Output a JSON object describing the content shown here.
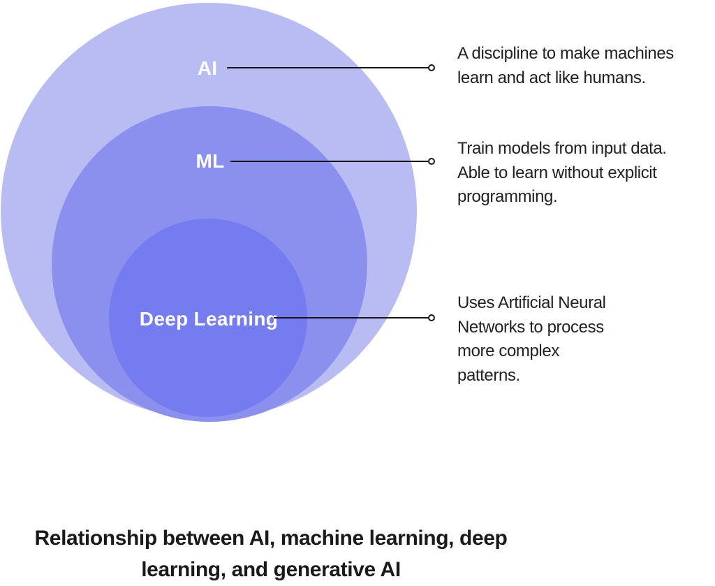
{
  "venn": {
    "circles": [
      {
        "label": "AI",
        "fill": "#b8bcf3",
        "label_color": "#ffffff"
      },
      {
        "label": "ML",
        "fill": "#8b90ee",
        "label_color": "#ffffff"
      },
      {
        "label": "Deep Learning",
        "fill": "#757cf0",
        "label_color": "#ffffff"
      }
    ]
  },
  "annotations": [
    {
      "for": "AI",
      "lines": [
        "A discipline to make machines",
        "learn and act like humans."
      ]
    },
    {
      "for": "ML",
      "lines": [
        "Train models from input data.",
        "Able to learn without explicit",
        "programming."
      ]
    },
    {
      "for": "Deep Learning",
      "lines": [
        "Uses Artificial Neural",
        "Networks to process",
        "more complex",
        "patterns."
      ]
    }
  ],
  "caption": {
    "lines": [
      "Relationship between AI, machine learning, deep",
      "learning, and generative AI"
    ]
  },
  "colors": {
    "background": "#ffffff",
    "connector": "#151515",
    "annotation_text": "#212121",
    "caption_text": "#1a1a1a"
  }
}
